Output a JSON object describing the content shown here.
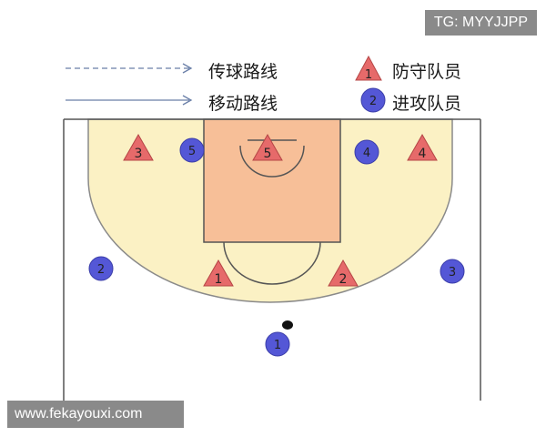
{
  "watermarks": {
    "tg": "TG: MYYJJPP",
    "url": "www.fekayouxi.com"
  },
  "legend": {
    "pass_route": "传球路线",
    "move_route": "移动路线",
    "defender": "防守队员",
    "defender_sample_number": "1",
    "attacker": "进攻队员",
    "attacker_sample_number": "2"
  },
  "colors": {
    "court_line": "#555555",
    "arc_fill": "#fbf1c4",
    "paint_fill": "#f7bf98",
    "defender_fill": "#e66a6a",
    "defender_stroke": "#b54545",
    "attacker_fill": "#5457d6",
    "attacker_stroke": "#3a3da8",
    "route_line": "#6a7fa8",
    "ball": "#111111"
  },
  "defenders": [
    {
      "number": "3"
    },
    {
      "number": "5"
    },
    {
      "number": "4"
    },
    {
      "number": "1"
    },
    {
      "number": "2"
    }
  ],
  "attackers": [
    {
      "number": "5"
    },
    {
      "number": "4"
    },
    {
      "number": "2"
    },
    {
      "number": "3"
    },
    {
      "number": "1"
    }
  ]
}
